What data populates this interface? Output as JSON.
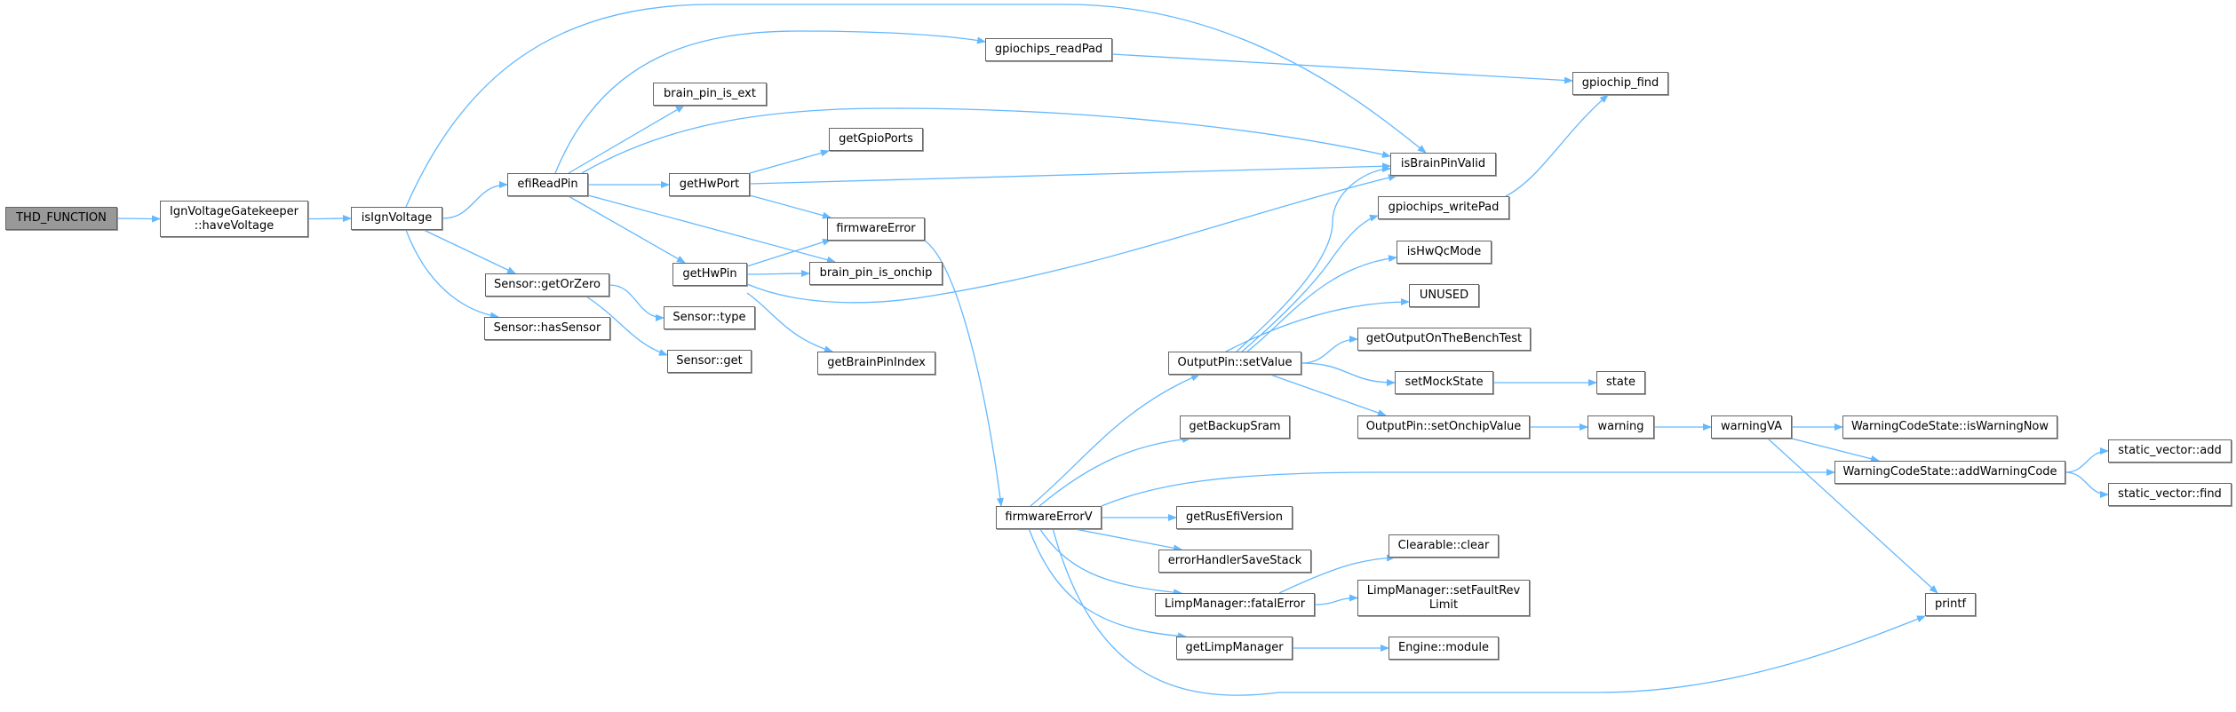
{
  "graph": {
    "edge_color": "#63b8ff",
    "root_fill": "#999999",
    "nodes": [
      {
        "id": "thd",
        "label": [
          "THD_FUNCTION"
        ],
        "root": true
      },
      {
        "id": "ign",
        "label": [
          "IgnVoltageGatekeeper",
          "::haveVoltage"
        ]
      },
      {
        "id": "isign",
        "label": [
          "isIgnVoltage"
        ]
      },
      {
        "id": "efi",
        "label": [
          "efiReadPin"
        ]
      },
      {
        "id": "bpext",
        "label": [
          "brain_pin_is_ext"
        ]
      },
      {
        "id": "gpioports",
        "label": [
          "getGpioPorts"
        ]
      },
      {
        "id": "hwport",
        "label": [
          "getHwPort"
        ]
      },
      {
        "id": "fwerr",
        "label": [
          "firmwareError"
        ]
      },
      {
        "id": "hwpin",
        "label": [
          "getHwPin"
        ]
      },
      {
        "id": "bponchip",
        "label": [
          "brain_pin_is_onchip"
        ]
      },
      {
        "id": "getorzero",
        "label": [
          "Sensor::getOrZero"
        ]
      },
      {
        "id": "hassensor",
        "label": [
          "Sensor::hasSensor"
        ]
      },
      {
        "id": "stype",
        "label": [
          "Sensor::type"
        ]
      },
      {
        "id": "sget",
        "label": [
          "Sensor::get"
        ]
      },
      {
        "id": "bpindex",
        "label": [
          "getBrainPinIndex"
        ]
      },
      {
        "id": "readpad",
        "label": [
          "gpiochips_readPad"
        ]
      },
      {
        "id": "chipfind",
        "label": [
          "gpiochip_find"
        ]
      },
      {
        "id": "bpvalid",
        "label": [
          "isBrainPinValid"
        ]
      },
      {
        "id": "writepad",
        "label": [
          "gpiochips_writePad"
        ]
      },
      {
        "id": "qc",
        "label": [
          "isHwQcMode"
        ]
      },
      {
        "id": "unused",
        "label": [
          "UNUSED"
        ]
      },
      {
        "id": "bench",
        "label": [
          "getOutputOnTheBenchTest"
        ]
      },
      {
        "id": "setvalue",
        "label": [
          "OutputPin::setValue"
        ]
      },
      {
        "id": "mock",
        "label": [
          "setMockState"
        ]
      },
      {
        "id": "state",
        "label": [
          "state"
        ]
      },
      {
        "id": "onchip",
        "label": [
          "OutputPin::setOnchipValue"
        ]
      },
      {
        "id": "warning",
        "label": [
          "warning"
        ]
      },
      {
        "id": "warningva",
        "label": [
          "warningVA"
        ]
      },
      {
        "id": "iswarn",
        "label": [
          "WarningCodeState::isWarningNow"
        ]
      },
      {
        "id": "svadd",
        "label": [
          "static_vector::add"
        ]
      },
      {
        "id": "addwarn",
        "label": [
          "WarningCodeState::addWarningCode"
        ]
      },
      {
        "id": "svfind",
        "label": [
          "static_vector::find"
        ]
      },
      {
        "id": "fwerrv",
        "label": [
          "firmwareErrorV"
        ]
      },
      {
        "id": "sram",
        "label": [
          "getBackupSram"
        ]
      },
      {
        "id": "ver",
        "label": [
          "getRusEfiVersion"
        ]
      },
      {
        "id": "savestack",
        "label": [
          "errorHandlerSaveStack"
        ]
      },
      {
        "id": "clear",
        "label": [
          "Clearable::clear"
        ]
      },
      {
        "id": "fatal",
        "label": [
          "LimpManager::fatalError"
        ]
      },
      {
        "id": "revlimit",
        "label": [
          "LimpManager::setFaultRev",
          "Limit"
        ]
      },
      {
        "id": "printf",
        "label": [
          "printf"
        ]
      },
      {
        "id": "limp",
        "label": [
          "getLimpManager"
        ]
      },
      {
        "id": "module",
        "label": [
          "Engine::module"
        ]
      }
    ],
    "edges": [
      [
        "thd",
        "ign"
      ],
      [
        "ign",
        "isign"
      ],
      [
        "isign",
        "efi"
      ],
      [
        "isign",
        "bpvalid"
      ],
      [
        "isign",
        "getorzero"
      ],
      [
        "isign",
        "hassensor"
      ],
      [
        "efi",
        "readpad"
      ],
      [
        "efi",
        "bpext"
      ],
      [
        "efi",
        "bpvalid"
      ],
      [
        "efi",
        "hwport"
      ],
      [
        "efi",
        "hwpin"
      ],
      [
        "efi",
        "bponchip"
      ],
      [
        "hwport",
        "gpioports"
      ],
      [
        "hwport",
        "bpvalid"
      ],
      [
        "hwport",
        "fwerr"
      ],
      [
        "hwpin",
        "fwerr"
      ],
      [
        "hwpin",
        "bponchip"
      ],
      [
        "hwpin",
        "bpvalid"
      ],
      [
        "hwpin",
        "bpindex"
      ],
      [
        "getorzero",
        "stype"
      ],
      [
        "getorzero",
        "sget"
      ],
      [
        "readpad",
        "chipfind"
      ],
      [
        "writepad",
        "chipfind"
      ],
      [
        "fwerr",
        "fwerrv"
      ],
      [
        "fwerrv",
        "setvalue"
      ],
      [
        "fwerrv",
        "sram"
      ],
      [
        "fwerrv",
        "addwarn"
      ],
      [
        "fwerrv",
        "ver"
      ],
      [
        "fwerrv",
        "savestack"
      ],
      [
        "fwerrv",
        "fatal"
      ],
      [
        "fwerrv",
        "limp"
      ],
      [
        "fwerrv",
        "printf"
      ],
      [
        "setvalue",
        "bpvalid"
      ],
      [
        "setvalue",
        "writepad"
      ],
      [
        "setvalue",
        "qc"
      ],
      [
        "setvalue",
        "unused"
      ],
      [
        "setvalue",
        "bench"
      ],
      [
        "setvalue",
        "mock"
      ],
      [
        "setvalue",
        "onchip"
      ],
      [
        "mock",
        "state"
      ],
      [
        "onchip",
        "warning"
      ],
      [
        "warning",
        "warningva"
      ],
      [
        "warningva",
        "iswarn"
      ],
      [
        "warningva",
        "addwarn"
      ],
      [
        "warningva",
        "printf"
      ],
      [
        "addwarn",
        "svadd"
      ],
      [
        "addwarn",
        "svfind"
      ],
      [
        "fatal",
        "clear"
      ],
      [
        "fatal",
        "revlimit"
      ],
      [
        "limp",
        "module"
      ]
    ]
  }
}
